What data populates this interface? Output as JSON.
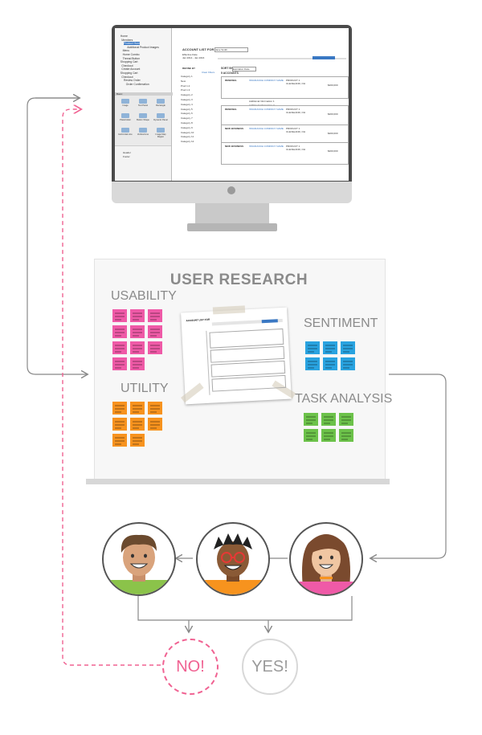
{
  "monitor_ui": {
    "tree_items": [
      "Home",
      "Members",
      "Product Hunt",
      "Additional Product Images",
      "Menu",
      "Home Combo",
      "Thread Button",
      "Shopping Cart",
      "Checkout",
      "Create Account",
      "Shopping Cart",
      "Checkout",
      "Review Order",
      "Order Confirmation"
    ],
    "widget_panel_title": "Basic",
    "widgets": [
      "Image",
      "Text Panel",
      "Rectangle",
      "Placeholder",
      "Button Shape",
      "Dynamic Panel",
      "Horizontal Line",
      "Vertical Line",
      "Image Map Region"
    ],
    "bottom_items": [
      "Header",
      "Footer"
    ],
    "account_list_title": "ACCOUNT LIST FOR",
    "account_list_select": "Jane Smith",
    "effective_date_label": "Effective Date",
    "effective_date_range": "Jan 2014 - Jan 2016",
    "refine_by": "REFINE BY",
    "clear_filters": "Clear Filters",
    "sort_by": "SORT BY",
    "sort_select": "Expiration Date",
    "accounts_count": "5 ACCOUNTS",
    "categories": [
      "Category 1",
      "New",
      "Prod 1.2",
      "Prod 1.3",
      "Category 2",
      "Category 3",
      "Category 4",
      "Category 5",
      "Category 6",
      "Category 7",
      "Category 8",
      "Category 9",
      "Category 10",
      "Category 11",
      "Category 12"
    ],
    "rows": [
      {
        "type": "RENEWAL",
        "company": "INSURANCE COMPANY NAME",
        "producer": "PRODUCT 1",
        "location": "CLEVELAND, OH",
        "amount": "$200,000"
      },
      {
        "type": "RENEWAL",
        "company": "INSURANCE COMPANY NAME",
        "producer": "PRODUCT 1",
        "location": "CLEVELAND, OH",
        "amount": "$200,000"
      },
      {
        "type": "NEW BUSINESS",
        "company": "INSURANCE COMPANY NAME",
        "producer": "PRODUCT 1",
        "location": "CLEVELAND, OH",
        "amount": "$200,000"
      },
      {
        "type": "NEW BUSINESS",
        "company": "INSURANCE COMPANY NAME",
        "producer": "PRODUCT 1",
        "location": "CLEVELAND, OH",
        "amount": "$200,000"
      }
    ],
    "additional_info": [
      "Additional Information 1",
      "Additional Information 2",
      "Additional Information 3"
    ]
  },
  "board": {
    "title": "USER RESEARCH",
    "usability": "USABILITY",
    "utility": "UTILITY",
    "sentiment": "SENTIMENT",
    "task_analysis": "TASK ANALYSIS"
  },
  "verdicts": {
    "no": "NO!",
    "yes": "YES!"
  },
  "colors": {
    "pink_note": "#ef5aa7",
    "orange_note": "#f7931e",
    "blue_note": "#29a3e0",
    "green_note": "#6cc24a",
    "dashed_arrow": "#f06292",
    "solid_arrow": "#888888",
    "monitor_accent": "#3a78c3"
  }
}
